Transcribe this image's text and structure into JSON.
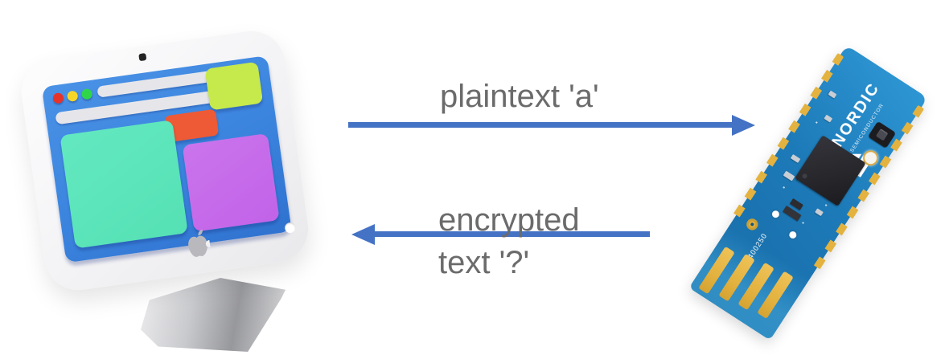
{
  "labels": {
    "plaintext": "plaintext 'a'",
    "encrypted_line1": "encrypted",
    "encrypted_line2": "text '?'"
  },
  "computer": {
    "description": "white desktop monitor with browser window"
  },
  "dongle": {
    "brand": "NORDIC",
    "brand_sub": "SEMICONDUCTOR",
    "part_number": "400250"
  },
  "colors": {
    "arrow": "#4472c4",
    "label_text": "#6b6b6b",
    "screen_blue": "#3b84de",
    "traffic_red": "#e6342b",
    "traffic_yellow": "#f5d628",
    "traffic_green": "#30d64a",
    "pill_gray": "#e6e6ea",
    "card_teal": "#55e1b4",
    "card_orange": "#ee5a35",
    "card_lime": "#c6e94b",
    "card_purple": "#c263e8",
    "pcb_blue": "#1d7ab8",
    "pcb_gold": "#e3b23f",
    "chip_black": "#26262b",
    "apple_gray": "#b9b9bd"
  }
}
